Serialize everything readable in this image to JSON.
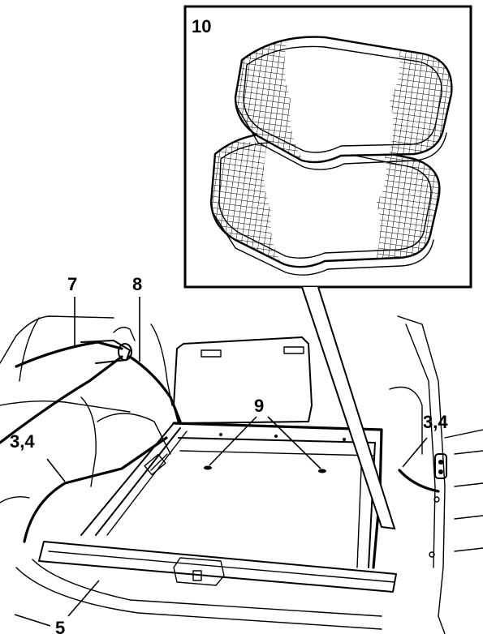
{
  "callouts": {
    "inset": "10",
    "net_strap": "7",
    "side_hook": "8",
    "floor_anchors": "9",
    "left_side": "3,4",
    "right_side": "3,4",
    "sill": "5"
  }
}
